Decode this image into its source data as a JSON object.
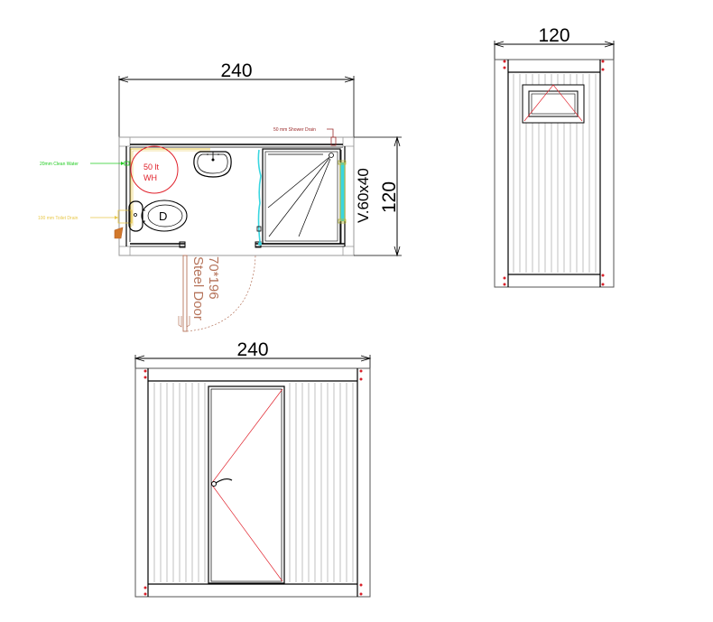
{
  "plan_view": {
    "width_dimension": "240",
    "depth_dimension": "120",
    "window_label": "V.60x40",
    "shower_drain_label": "50 mm Shower Drain",
    "clean_water_label": "20mm Clean Water",
    "toilet_drain_label": "100 mm Toilet Drain",
    "water_heater_label_line1": "50 lt",
    "water_heater_label_line2": "WH",
    "toilet_mark": "D",
    "door_label_line1": "70*196",
    "door_label_line2": "Steel Door"
  },
  "side_elevation": {
    "width_dimension": "120"
  },
  "front_elevation": {
    "width_dimension": "240"
  },
  "colors": {
    "line": "#000000",
    "grey_line": "#9a9a9a",
    "red_marker": "#d8202a",
    "clean_water": "#22cc22",
    "toilet_drain": "#e8c84a",
    "shower_drain": "#9a2a2a",
    "door": "#b5735a",
    "glass": "#3ad6e0",
    "handle_bar": "#b8b83a"
  }
}
